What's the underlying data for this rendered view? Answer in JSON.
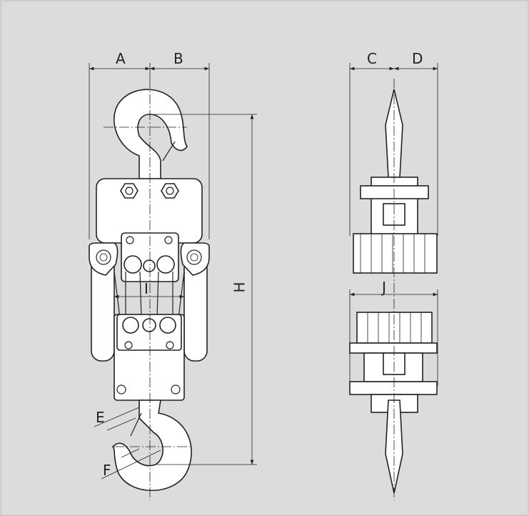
{
  "diagram": {
    "labels": {
      "a": "A",
      "b": "B",
      "c": "C",
      "d": "D",
      "e": "E",
      "f": "F",
      "h": "H",
      "i": "I",
      "j": "J"
    }
  }
}
